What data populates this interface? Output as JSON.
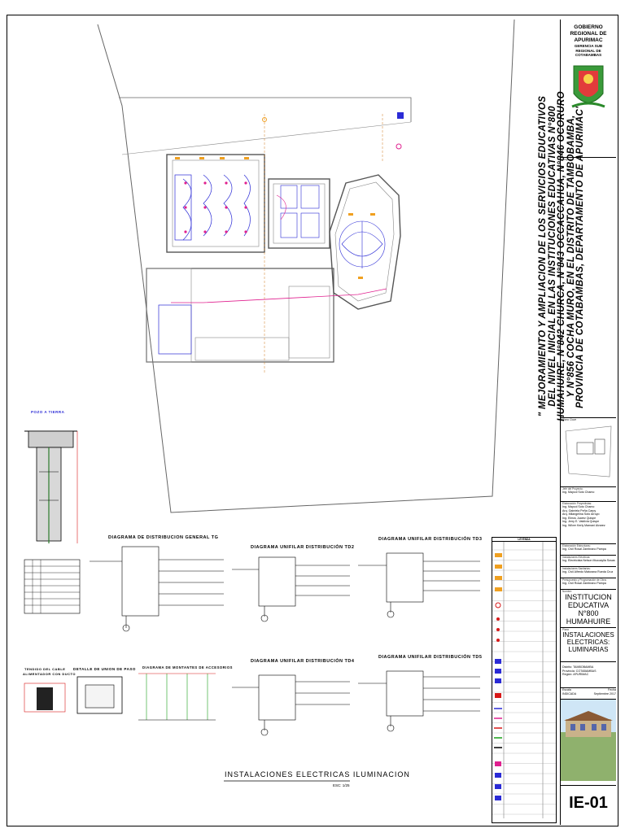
{
  "title_block": {
    "org_line1": "GOBIERNO",
    "org_line2": "REGIONAL DE",
    "org_line3": "APURIMAC",
    "sub_line1": "GERENCIA SUB",
    "sub_line2": "REGIONAL DE",
    "sub_line3": "COTABAMBAS",
    "project_label": "Proyecto",
    "project_title": "\" MEJORAMIENTO Y AMPLIACION DE LOS SERVICIOS EDUCATIVOS DEL NIVEL INICIAL EN LAS INSTITUCIONES EDUCATIVAS N°800 HUMAHUIRE, N°842 CHURCA, N°843 OCCACCAHUA, N°846 OCORURO Y N°856 COCHA MURO, EN EL DISTRITO DE TAMBOBAMBA, PROVINCIA DE COTABAMBAS, DEPARTAMENTO DE APURIMAC\"",
    "plano_clave_label": "Plano Clave",
    "jefe_label": "Jefe del Proyecto:",
    "jefe_name": "Ing. Maycol Soto Chamo",
    "proyectistas_label": "Elaboración Proyectistas:",
    "proyectistas": [
      "Ing. Maycol Soto Chamo",
      "Arq. Gabriela Peña Carpy",
      "Arq. Milangelina Soto Arroyo",
      "Ing. Elmos Juarez Quispe",
      "Ing. Jerry E. Valdivia Quispe",
      "Ing. Wilver Kerly Mamani Alvarez"
    ],
    "estructuras_label": "Elaboración Estructuras:",
    "estructuras_name": "Ing. Civil Rosal Zambrano Pampa",
    "electricas_label": "Instalaciones Eléctricas:",
    "electricas_name": "Ing. Electricista Nelson Mucoaylla Sosas",
    "sanitarias_label": "Instalaciones Sanitarias:",
    "sanitarias_name": "Ing. Civil Alfredo Maturana Rueda Cruz",
    "presupuesto_label": "Presupuesto y Programación de Obra:",
    "presupuesto_name": "Ing. Civil Rosal Zambrano Pampa",
    "institution_label": "Nombre",
    "institution": "INSTITUCION EDUCATIVA N°800 HUMAHUIRE",
    "plan_label": "Plano",
    "plan_name": "INSTALACIONES ELECTRICAS: LUMINARIAS",
    "location_rows": [
      {
        "label": "Distrito:",
        "value": "TAMBOBAMBA"
      },
      {
        "label": "Provincia:",
        "value": "COTABAMBAS"
      },
      {
        "label": "Región:",
        "value": "APURIMAC"
      }
    ],
    "scale_label": "Escala",
    "scale_value": "INDICADA",
    "date_label": "Fecha",
    "date_value": "Septiembre 2017",
    "sheet_code": "IE-01"
  },
  "drawing": {
    "pozo_label": "POZO A TIERRA",
    "diag_general": "DIAGRAMA DE DISTRIBUCION GENERAL TG",
    "diag_td2": "DIAGRAMA UNIFILAR DISTRIBUCIÓN TD2",
    "diag_td3": "DIAGRAMA UNIFILAR DISTRIBUCIÓN TD3",
    "diag_td4": "DIAGRAMA UNIFILAR DISTRIBUCIÓN TD4",
    "diag_td5": "DIAGRAMA UNIFILAR DISTRIBUCIÓN TD5",
    "tendido_label_1": "TENDIDO DEL CABLE",
    "tendido_label_2": "ALIMENTADOR CON DUCTO",
    "detalle_label": "DETALLE DE UNION DE PASO",
    "montantes_label": "DIAGRAMA DE MONTANTES DE ACCESORIOS",
    "sheet_label": "INSTALACIONES ELECTRICAS ILUMINACION",
    "sheet_scale": "ESC: 1/25",
    "legend_title": "LEYENDA"
  },
  "colors": {
    "wire_blue": "#2b2bd6",
    "wire_magenta": "#e0208f",
    "accent_orange": "#f0a020",
    "wire_red": "#d81818",
    "wire_green": "#18a018"
  }
}
